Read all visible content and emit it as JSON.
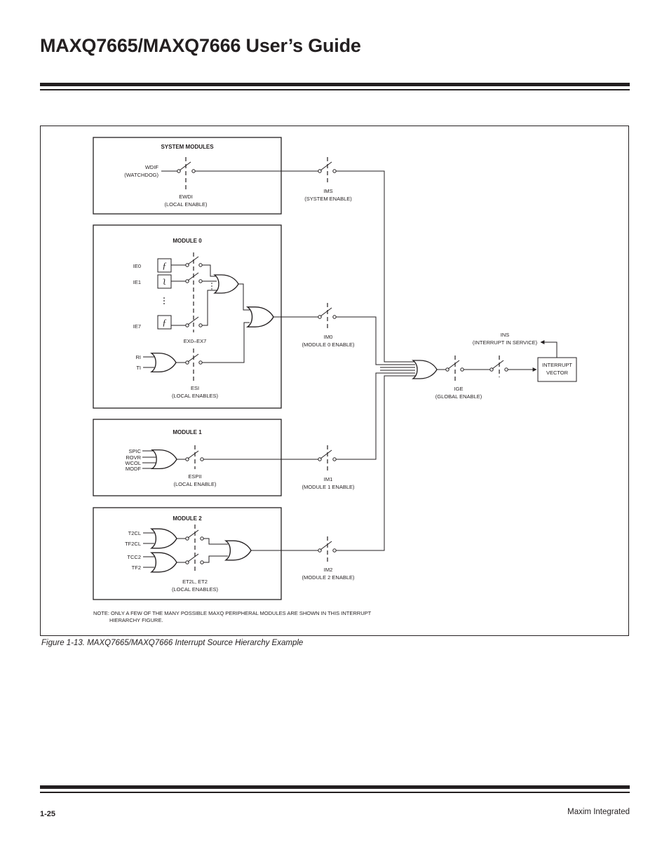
{
  "header": {
    "title": "MAXQ7665/MAXQ7666 User’s Guide"
  },
  "diagram": {
    "system_modules": {
      "heading": "SYSTEM MODULES",
      "source": [
        "WDIF",
        "(WATCHDOG)"
      ],
      "enable": [
        "EWDI",
        "(LOCAL ENABLE)"
      ],
      "global": [
        "IMS",
        "(SYSTEM ENABLE)"
      ]
    },
    "module0": {
      "heading": "MODULE 0",
      "inputs": [
        "IE0",
        "IE1",
        "IE7",
        "RI",
        "TI"
      ],
      "ex_label": "EX0–EX7",
      "enable": [
        "ESI",
        "(LOCAL ENABLES)"
      ],
      "global": [
        "IM0",
        "(MODULE 0 ENABLE)"
      ]
    },
    "module1": {
      "heading": "MODULE 1",
      "inputs": [
        "SPIC",
        "ROVR",
        "WCOL",
        "MODF"
      ],
      "enable": [
        "ESPII",
        "(LOCAL ENABLE)"
      ],
      "global": [
        "IM1",
        "(MODULE 1 ENABLE)"
      ]
    },
    "module2": {
      "heading": "MODULE 2",
      "inputs": [
        "T2CL",
        "TF2CL",
        "TCC2",
        "TF2"
      ],
      "enable": [
        "ET2L, ET2",
        "(LOCAL ENABLES)"
      ],
      "global": [
        "IM2",
        "(MODULE 2 ENABLE)"
      ]
    },
    "ige": [
      "IGE",
      "(GLOBAL ENABLE)"
    ],
    "ins": [
      "INS",
      "(INTERRUPT IN SERVICE)"
    ],
    "vector": [
      "INTERRUPT",
      "VECTOR"
    ],
    "note": [
      "NOTE: ONLY A FEW OF THE MANY POSSIBLE MAXQ PERIPHERAL MODULES ARE SHOWN IN THIS INTERRUPT",
      "HIERARCHY FIGURE."
    ],
    "edge_glyphs": [
      "ƒ",
      "ʅ",
      "ƒ"
    ]
  },
  "caption": "Figure 1-13. MAXQ7665/MAXQ7666 Interrupt Source Hierarchy Example",
  "footer": {
    "page_number": "1-25",
    "publisher": "Maxim Integrated"
  }
}
